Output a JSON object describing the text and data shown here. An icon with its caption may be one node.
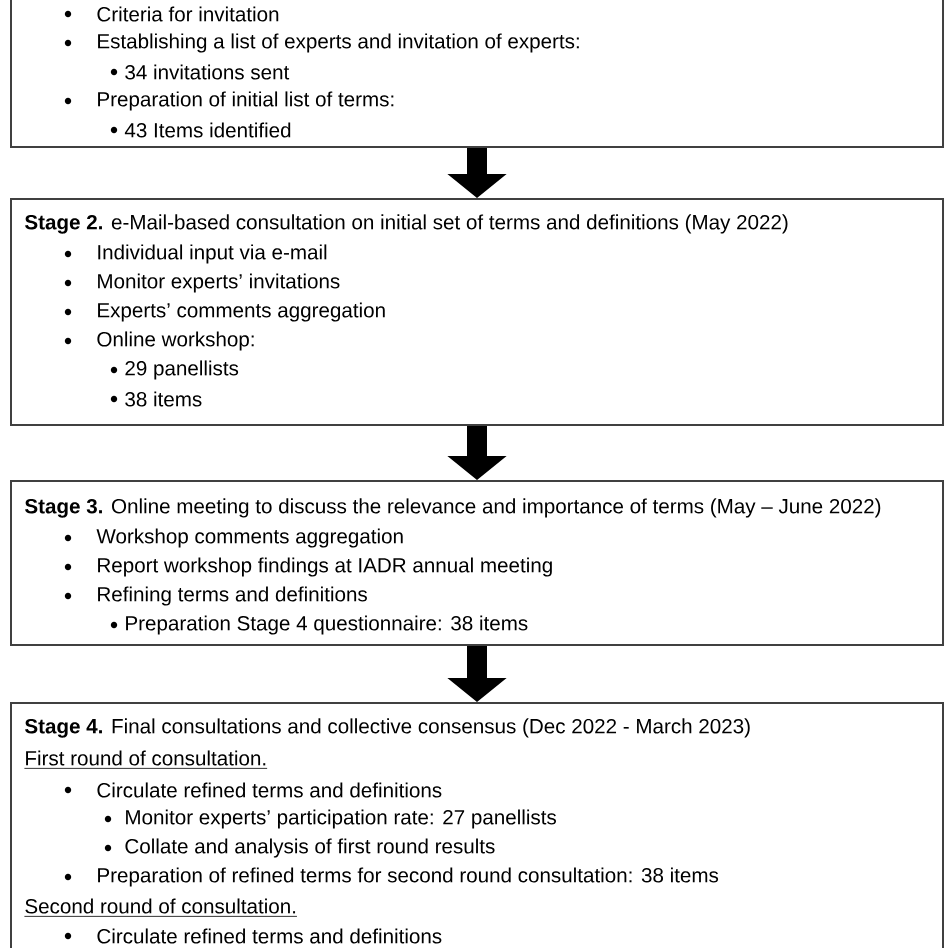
{
  "diagram": {
    "nodes": [
      {
        "text": [
          "Criteria for invitation",
          "Establishing a list of experts and invitation of experts:",
          "34 invitations sent",
          "Preparation of initial list of terms:",
          "43 Items identified"
        ]
      },
      {
        "text": [
          "**Stage 2.** e-Mail-based consultation on initial set of terms and definitions (May 2022)",
          "Individual input via e-mail",
          "Monitor experts’ invitations",
          "Experts’ comments aggregation",
          "Online workshop:",
          "29 panellists",
          "38 items"
        ]
      },
      {
        "text": [
          "**Stage 3.** Online meeting to discuss the relevance and importance of terms (May – June 2022)",
          "Workshop comments aggregation",
          "Report workshop findings at IADR annual meeting",
          "Refining terms and definitions",
          "Preparation Stage 4 questionnaire: 38 items"
        ]
      },
      {
        "text": [
          "**Stage 4.** Final consultations and collective consensus (Dec 2022 - March 2023)",
          "First round of consultation.",
          "Circulate refined terms and definitions",
          "Monitor experts’ participation rate: 27 panellists",
          "Collate and analysis of first round results",
          "Preparation of refined terms for second round consultation: 38 items",
          "Second round of consultation.",
          "Circulate refined terms and definitions"
        ]
      }
    ],
    "edges": [
      {
        "from": 0,
        "to": 1,
        "arrow": "to"
      },
      {
        "from": 1,
        "to": 2,
        "arrow": "to"
      },
      {
        "from": 2,
        "to": 3,
        "arrow": "to"
      }
    ]
  }
}
